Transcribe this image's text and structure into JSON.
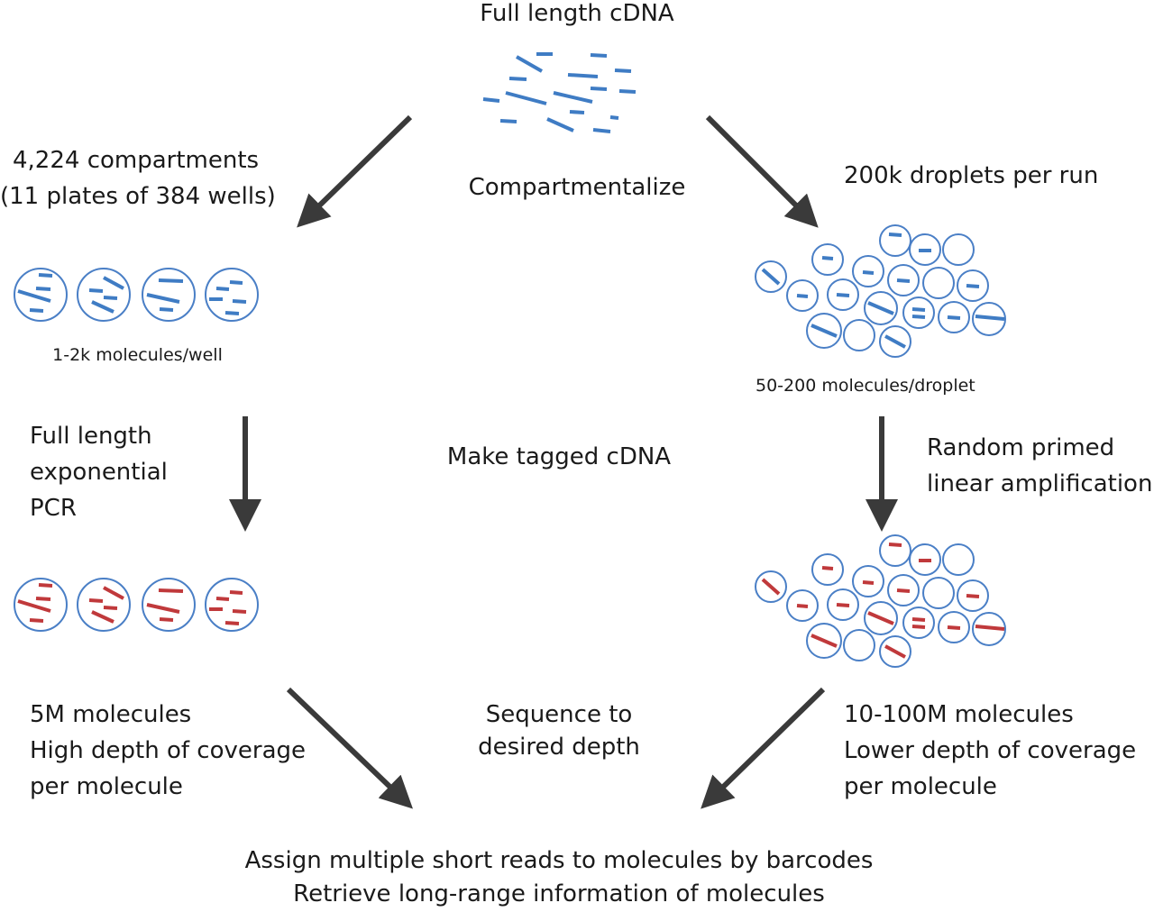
{
  "title": "Full length cDNA",
  "steps": {
    "compartmentalize": "Compartmentalize",
    "make_tagged": "Make tagged cDNA",
    "sequence": [
      "Sequence to",
      "desired depth"
    ]
  },
  "left": {
    "compartments": [
      "4,224 compartments",
      "(11 plates of 384 wells)"
    ],
    "per_well": "1-2k molecules/well",
    "amplification": [
      "Full length",
      "exponential",
      "PCR"
    ],
    "result": [
      "5M molecules",
      "High depth of coverage",
      "per molecule"
    ]
  },
  "right": {
    "droplets": "200k droplets per run",
    "per_droplet": "50-200 molecules/droplet",
    "amplification": [
      "Random primed",
      "linear amplification"
    ],
    "result": [
      "10-100M molecules",
      "Lower depth of coverage",
      "per molecule"
    ]
  },
  "conclusion": [
    "Assign multiple short reads to molecules by barcodes",
    "Retrieve long-range information of molecules"
  ],
  "colors": {
    "arrow": "#3a3a3a",
    "circle": "#4a7fc6",
    "molecule_blue": "#3f7cc4",
    "molecule_red": "#c0393b"
  },
  "icons": {
    "well": "well-circle-icon",
    "droplet": "droplet-circle-icon",
    "molecule": "cdna-molecule-icon",
    "arrow": "arrow-icon"
  }
}
